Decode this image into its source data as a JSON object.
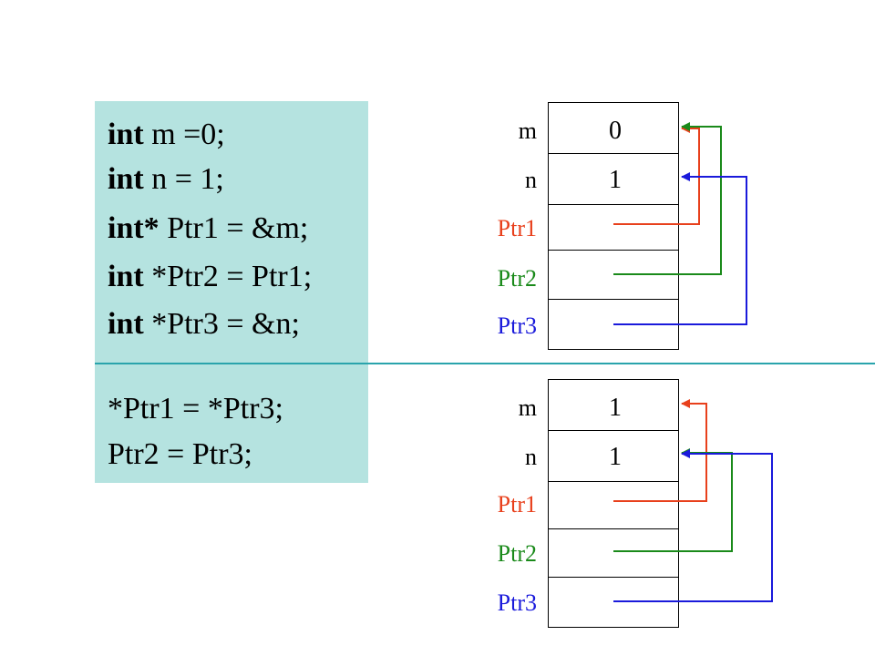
{
  "colors": {
    "panel_bg": "#b5e3e0",
    "divider": "#2aa4ac",
    "ptr1": "#e8401c",
    "ptr2": "#1a8a1a",
    "ptr3": "#1a1adb"
  },
  "code": {
    "declarations": [
      {
        "keyword": "int",
        "rest": " m =0;"
      },
      {
        "keyword": "int",
        "rest": " n = 1;"
      },
      {
        "keyword": "int*",
        "rest": " Ptr1 = &m;"
      },
      {
        "keyword": "int",
        "rest": " *Ptr2 = Ptr1;"
      },
      {
        "keyword": "int",
        "rest": " *Ptr3 = &n;"
      }
    ],
    "statements": [
      "*Ptr1 = *Ptr3;",
      "Ptr2 = Ptr3;"
    ]
  },
  "memory_before": {
    "labels": [
      "m",
      "n",
      "Ptr1",
      "Ptr2",
      "Ptr3"
    ],
    "values": [
      "0",
      "1",
      "",
      "",
      ""
    ],
    "pointers": [
      {
        "name": "Ptr1",
        "target": "m",
        "color": "#e8401c"
      },
      {
        "name": "Ptr2",
        "target": "m",
        "color": "#1a8a1a"
      },
      {
        "name": "Ptr3",
        "target": "n",
        "color": "#1a1adb"
      }
    ]
  },
  "memory_after": {
    "labels": [
      "m",
      "n",
      "Ptr1",
      "Ptr2",
      "Ptr3"
    ],
    "values": [
      "1",
      "1",
      "",
      "",
      ""
    ],
    "pointers": [
      {
        "name": "Ptr1",
        "target": "m",
        "color": "#e8401c"
      },
      {
        "name": "Ptr2",
        "target": "n",
        "color": "#1a8a1a"
      },
      {
        "name": "Ptr3",
        "target": "n",
        "color": "#1a1adb"
      }
    ]
  }
}
